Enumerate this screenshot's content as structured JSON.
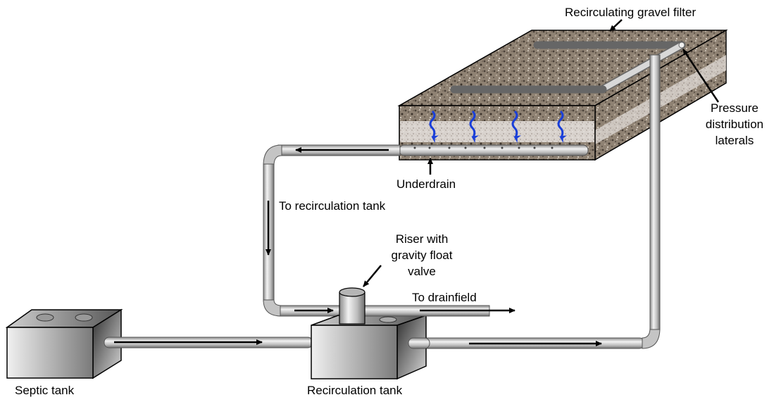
{
  "title": "Recirculating gravel filter system",
  "labels": {
    "filter": "Recirculating gravel filter",
    "laterals": [
      "Pressure",
      "distribution",
      "laterals"
    ],
    "underdrain": "Underdrain",
    "to_recirc": "To recirculation tank",
    "riser": [
      "Riser with",
      "gravity float",
      "valve"
    ],
    "to_drainfield": "To drainfield",
    "septic_tank": "Septic tank",
    "recirc_tank": "Recirculation tank"
  },
  "colors": {
    "gravel": "#8a7d6e",
    "sand": "#d8d2cc",
    "pipe": "#c8c8c8",
    "pipe_dark": "#7a7a7a",
    "water_arrow": "#1a3fd8",
    "tank_light": "#e8e8e8",
    "tank_dark": "#3c3c3c"
  },
  "flow_arrows": [
    {
      "name": "septic-to-recirc-arrow",
      "direction": "right"
    },
    {
      "name": "underdrain-return-arrow",
      "direction": "left"
    },
    {
      "name": "down-to-recirc-arrow",
      "direction": "down"
    },
    {
      "name": "into-riser-arrow",
      "direction": "right"
    },
    {
      "name": "to-drainfield-arrow",
      "direction": "right"
    },
    {
      "name": "pump-to-filter-arrow",
      "direction": "right"
    }
  ],
  "percolation_arrows": 4
}
